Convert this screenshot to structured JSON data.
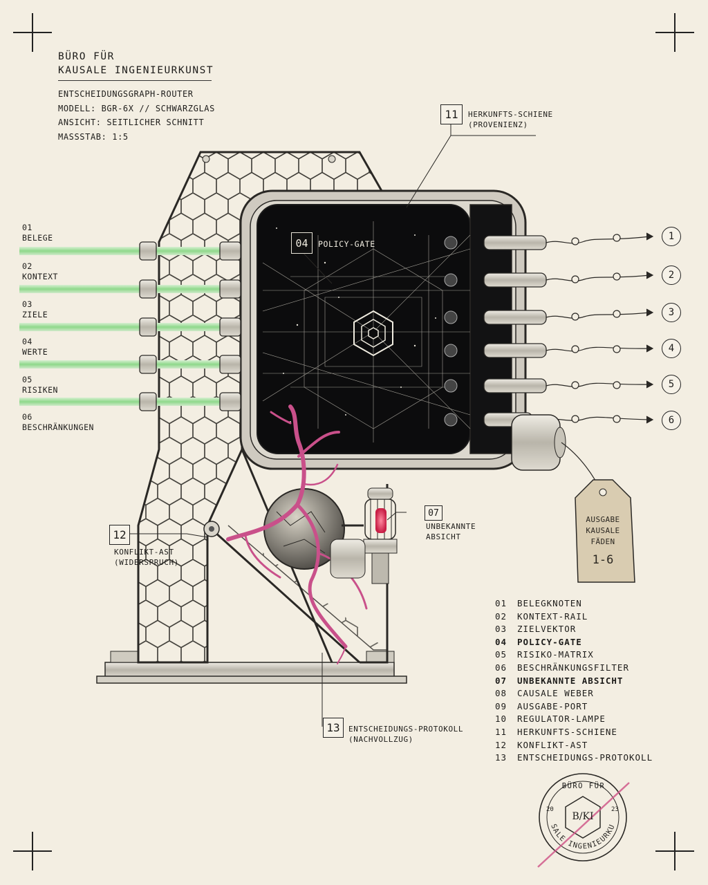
{
  "header": {
    "office_line1": "BÜRO FÜR",
    "office_line2": "KAUSALE INGENIEURKUNST",
    "spec1": "ENTSCHEIDUNGSGRAPH-ROUTER",
    "spec2": "MODELL: BGR-6X // SCHWARZGLAS",
    "spec3": "ANSICHT: SEITLICHER SCHNITT",
    "spec4": "MASSSTAB: 1:5"
  },
  "inputs": [
    {
      "num": "01",
      "label": "BELEGE"
    },
    {
      "num": "02",
      "label": "KONTEXT"
    },
    {
      "num": "03",
      "label": "ZIELE"
    },
    {
      "num": "04",
      "label": "WERTE"
    },
    {
      "num": "05",
      "label": "RISIKEN"
    },
    {
      "num": "06",
      "label": "BESCHRÄNKUNGEN"
    }
  ],
  "outputs": [
    "1",
    "2",
    "3",
    "4",
    "5",
    "6"
  ],
  "callouts": {
    "c04": {
      "num": "04",
      "label": "POLICY-GATE"
    },
    "c07": {
      "num": "07",
      "line1": "UNBEKANNTE",
      "line2": "ABSICHT"
    },
    "c11": {
      "num": "11",
      "line1": "HERKUNFTS-SCHIENE",
      "line2": "(PROVENIENZ)"
    },
    "c12": {
      "num": "12",
      "line1": "KONFLIKT-AST",
      "line2": "(WIDERSPRUCH)"
    },
    "c13": {
      "num": "13",
      "line1": "ENTSCHEIDUNGS-PROTOKOLL",
      "line2": "(NACHVOLLZUG)"
    }
  },
  "tag": {
    "line1": "AUSGABE",
    "line2": "KAUSALE",
    "line3": "FÄDEN",
    "range": "1-6"
  },
  "legend": [
    {
      "num": "01",
      "label": "BELEGKNOTEN",
      "bold": false
    },
    {
      "num": "02",
      "label": "KONTEXT-RAIL",
      "bold": false
    },
    {
      "num": "03",
      "label": "ZIELVEKTOR",
      "bold": false
    },
    {
      "num": "04",
      "label": "POLICY-GATE",
      "bold": true
    },
    {
      "num": "05",
      "label": "RISIKO-MATRIX",
      "bold": false
    },
    {
      "num": "06",
      "label": "BESCHRÄNKUNGSFILTER",
      "bold": false
    },
    {
      "num": "07",
      "label": "UNBEKANNTE ABSICHT",
      "bold": true
    },
    {
      "num": "08",
      "label": "CAUSALE WEBER",
      "bold": false
    },
    {
      "num": "09",
      "label": "AUSGABE-PORT",
      "bold": false
    },
    {
      "num": "10",
      "label": "REGULATOR-LAMPE",
      "bold": false
    },
    {
      "num": "11",
      "label": "HERKUNFTS-SCHIENE",
      "bold": false
    },
    {
      "num": "12",
      "label": "KONFLIKT-AST",
      "bold": false
    },
    {
      "num": "13",
      "label": "ENTSCHEIDUNGS-PROTOKOLL",
      "bold": false
    }
  ],
  "stamp": {
    "top": "BÜRO FÜR",
    "bottom": "KAUSALE INGENIEURKUNST",
    "year_left": "20",
    "year_right": "23",
    "core": "B/KI"
  },
  "colors": {
    "paper": "#f3eee2",
    "ink": "#1d1c1a",
    "glass": "#0c0c0d",
    "input_beam": "#9ed99a",
    "conflict_branch": "#c9508a",
    "lamp": "#e23a5a"
  }
}
